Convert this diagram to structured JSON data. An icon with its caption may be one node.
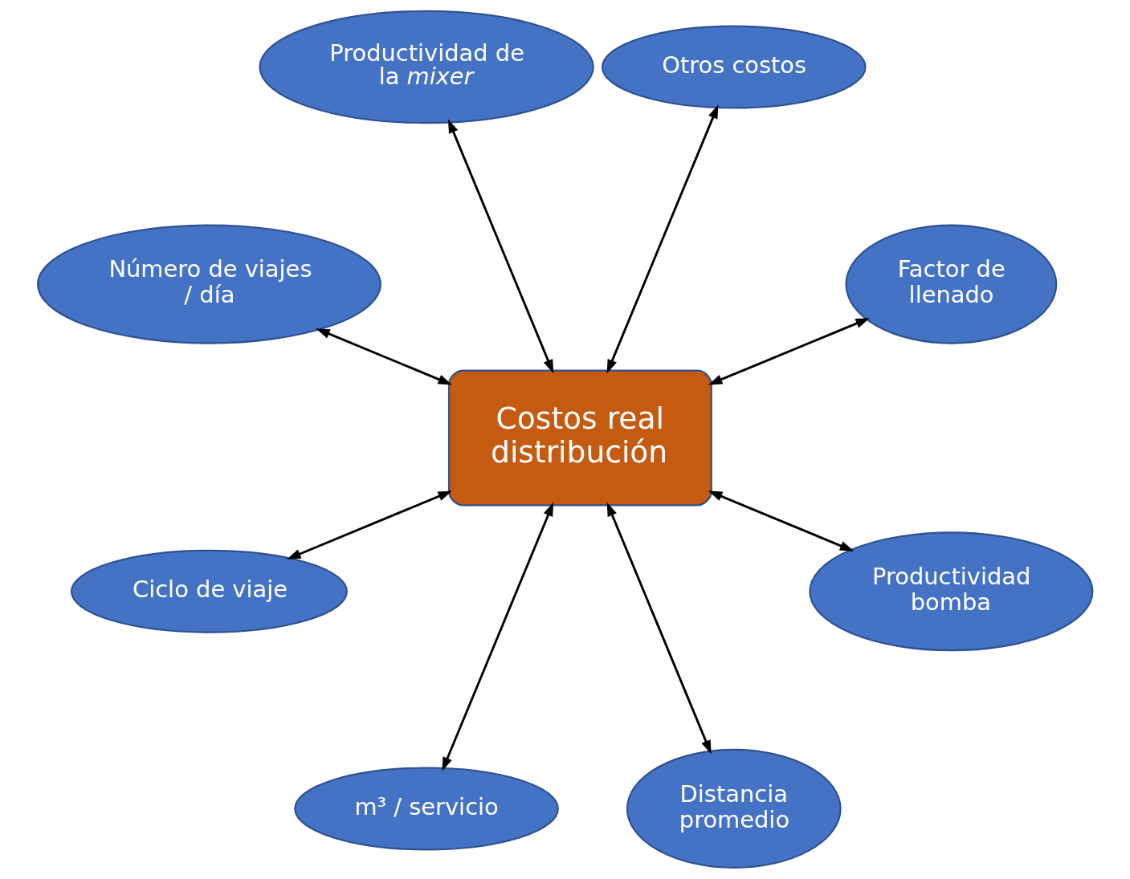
{
  "diagram": {
    "nodes": [
      {
        "text": [
          "Factor de llenado"
        ]
      },
      {
        "text": [
          "Otros costos"
        ]
      },
      {
        "text": [
          "Productividad de la *mixer*"
        ]
      },
      {
        "text": [
          "Número de viajes / día"
        ]
      },
      {
        "text": [
          "Costos real distribución"
        ]
      },
      {
        "text": [
          "Ciclo de viaje"
        ]
      },
      {
        "text": [
          "m³ / servicio"
        ]
      },
      {
        "text": [
          "Distancia promedio"
        ]
      },
      {
        "text": [
          "Productividad bomba"
        ]
      }
    ],
    "edges": [
      {
        "from": 4,
        "to": 0,
        "arrow": "both"
      },
      {
        "from": 4,
        "to": 2,
        "arrow": "both"
      },
      {
        "from": 4,
        "to": 5,
        "arrow": "both"
      },
      {
        "from": 4,
        "to": 7,
        "arrow": "both"
      },
      {
        "from": 4,
        "to": 8,
        "arrow": "both"
      },
      {
        "from": 4,
        "to": 6,
        "arrow": "both"
      },
      {
        "from": 4,
        "to": 3,
        "arrow": "both"
      },
      {
        "from": 4,
        "to": 1,
        "arrow": "both"
      }
    ]
  }
}
